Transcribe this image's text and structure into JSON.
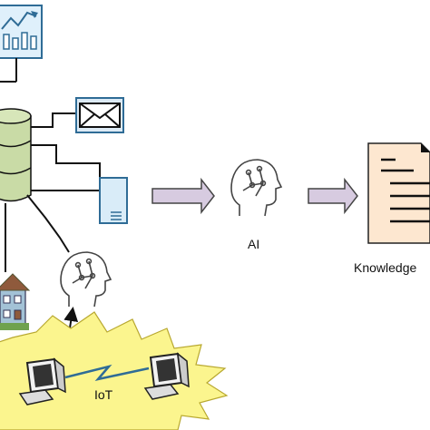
{
  "labels": {
    "ai": "AI",
    "knowledge": "Knowledge",
    "iot": "IoT"
  },
  "colors": {
    "database_fill": "#c9dba6",
    "chart_panel": "#dff0fb",
    "chart_line": "#2f6c96",
    "mail_panel": "#dceaf5",
    "server_panel": "#d9ecf8",
    "arrow_fill": "#d7cbe0",
    "document_fill": "#fde7d0",
    "burst_fill": "#fbf58e",
    "text": "#111111"
  },
  "icons": [
    "chart-icon",
    "database-icon",
    "mail-icon",
    "server-icon",
    "ai-head-icon",
    "document-icon",
    "house-icon",
    "computer-icon",
    "lightning-icon"
  ]
}
